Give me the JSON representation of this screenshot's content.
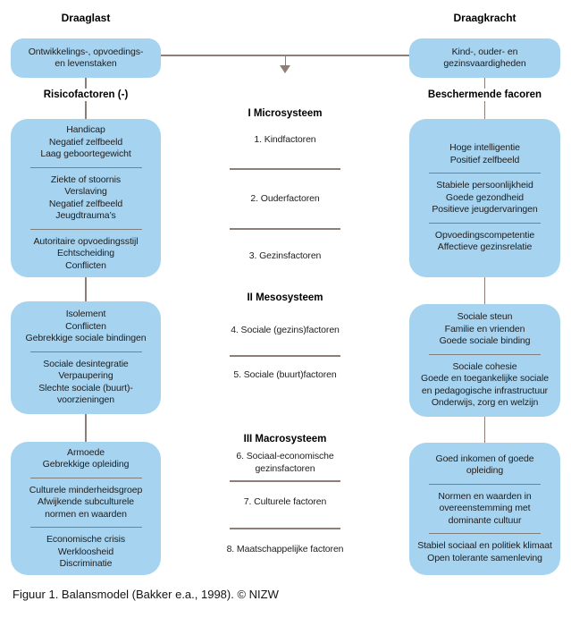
{
  "left": {
    "header": "Draaglast",
    "top_box": "Ontwikkelings-, opvoedings-\nen levenstaken",
    "subheader": "Risicofactoren (-)",
    "boxes": [
      {
        "sections": [
          "Handicap\nNegatief zelfbeeld\nLaag geboortegewicht",
          "Ziekte of stoornis\nVerslaving\nNegatief zelfbeeld\nJeugdtrauma’s",
          "Autoritaire opvoedingsstijl\nEchtscheiding\nConflicten"
        ]
      },
      {
        "sections": [
          "Isolement\nConflicten\nGebrekkige sociale bindingen",
          "Sociale desintegratie\nVerpaupering\nSlechte sociale (buurt)-\nvoorzieningen"
        ]
      },
      {
        "sections": [
          "Armoede\nGebrekkige opleiding",
          "Culturele minderheidsgroep\nAfwijkende subculturele\nnormen en waarden",
          "Economische crisis\nWerkloosheid\nDiscriminatie"
        ]
      }
    ]
  },
  "middle": {
    "system1": {
      "header": "I Microsysteem",
      "item1": "1. Kindfactoren",
      "item2": "2. Ouderfactoren",
      "item3": "3. Gezinsfactoren"
    },
    "system2": {
      "header": "II Mesosysteem",
      "item4": "4. Sociale (gezins)factoren",
      "item5": "5. Sociale (buurt)factoren"
    },
    "system3": {
      "header": "III Macrosysteem",
      "item6": "6. Sociaal-economische\ngezinsfactoren",
      "item7": "7. Culturele factoren",
      "item8": "8. Maatschappelijke factoren"
    }
  },
  "right": {
    "header": "Draagkracht",
    "top_box": "Kind-, ouder- en\ngezinsvaardigheden",
    "subheader": "Beschermende facoren",
    "boxes": [
      {
        "sections": [
          "Hoge intelligentie\nPositief zelfbeeld",
          "Stabiele persoonlijkheid\nGoede gezondheid\nPositieve jeugdervaringen",
          "Opvoedingscompetentie\nAffectieve gezinsrelatie"
        ]
      },
      {
        "sections": [
          "Sociale steun\nFamilie en vrienden\nGoede sociale binding",
          "Sociale cohesie\nGoede en toegankelijke sociale\nen pedagogische infrastructuur\nOnderwijs, zorg en welzijn"
        ]
      },
      {
        "sections": [
          "Goed inkomen of goede\nopleiding",
          "Normen en waarden in\novereenstemming met\ndominante cultuur",
          "Stabiel sociaal en politiek klimaat\nOpen tolerante samenleving"
        ]
      }
    ]
  },
  "caption": "Figuur 1. Balansmodel (Bakker e.a., 1998). © NIZW",
  "colors": {
    "box_fill": "#A6D3F0",
    "connector": "#8D7E77",
    "divider": "#7F7F7F",
    "text": "#1D1D1D"
  }
}
